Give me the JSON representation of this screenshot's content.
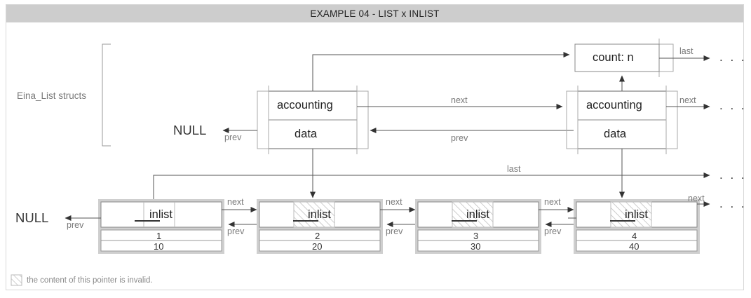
{
  "title": "EXAMPLE 04 - LIST x INLIST",
  "annotations": {
    "eina_list_structs": "Eina_List structs",
    "null_top": "NULL",
    "null_bottom": "NULL"
  },
  "count_box": {
    "label": "count: n",
    "out_label": "last",
    "out_dots": ". . ."
  },
  "list_nodes": [
    {
      "id": "list-node-1",
      "accounting": "accounting",
      "data": "data",
      "prev_label": "prev",
      "next_label": "next",
      "prev_target": "NULL"
    },
    {
      "id": "list-node-2",
      "accounting": "accounting",
      "data": "data",
      "prev_label": "prev",
      "next_label": "next",
      "next_dots": ". . ."
    }
  ],
  "inlist_nodes": [
    {
      "id": "inlist-node-1",
      "field": "inlist",
      "num": "1",
      "val": "10",
      "next_label": "next",
      "prev_label": "prev",
      "invalid": false
    },
    {
      "id": "inlist-node-2",
      "field": "inlist",
      "num": "2",
      "val": "20",
      "next_label": "next",
      "prev_label": "prev",
      "invalid": true
    },
    {
      "id": "inlist-node-3",
      "field": "inlist",
      "num": "3",
      "val": "30",
      "next_label": "next",
      "prev_label": "prev",
      "invalid": true
    },
    {
      "id": "inlist-node-4",
      "field": "inlist",
      "num": "4",
      "val": "40",
      "next_label": "next",
      "prev_label": "",
      "invalid": true
    }
  ],
  "last_line": {
    "label": "last",
    "dots": ". . ."
  },
  "tail_dots": {
    "next_dots": ". . ."
  },
  "legend": {
    "text": "the content of this pointer is invalid."
  },
  "colors": {
    "header_bg": "#cdcdcd",
    "frame_border": "#d8d8d8",
    "box_outer": "#aaaaaa",
    "box_inner": "#555555",
    "shadow": "#cfcfcf",
    "line": "#555555",
    "label_gray": "#7a7a7a",
    "hatch": "#b8b8b8"
  }
}
